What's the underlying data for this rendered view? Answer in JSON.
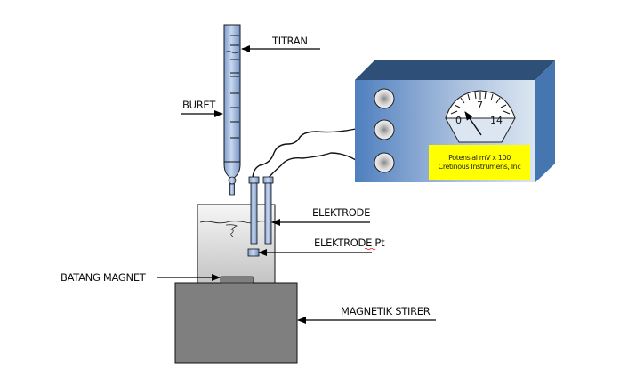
{
  "labels": {
    "titran": "TITRAN",
    "buret": "BURET",
    "elektrode": "ELEKTRODE",
    "elektrode_pt": "ELEKTRODE Pt",
    "batang_magnet": "BATANG MAGNET",
    "magnetik_stirer": "MAGNETIK STIRER"
  },
  "meter": {
    "scale_min": "0",
    "scale_mid": "7",
    "scale_max": "14",
    "line1": "Potensial mV x 100",
    "line2": "Cretinous Instrumens, Inc",
    "label_color": "#ffff00",
    "body_color": "#4f81bd"
  }
}
